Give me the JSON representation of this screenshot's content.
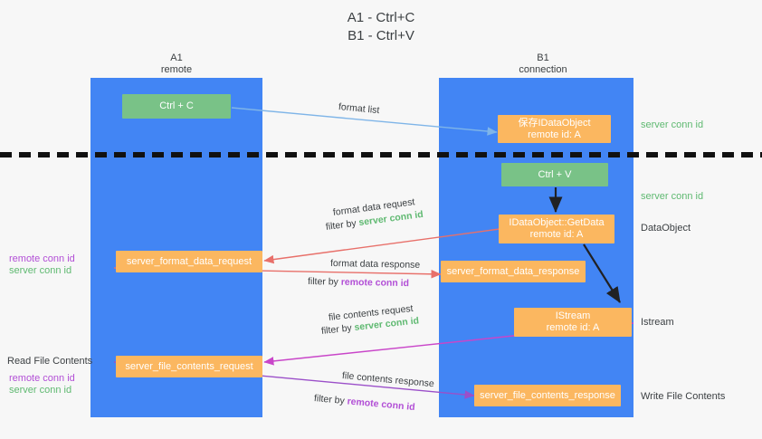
{
  "title": {
    "line1": "A1 - Ctrl+C",
    "line2": "B1 - Ctrl+V"
  },
  "lanes": [
    {
      "id": "a1",
      "name": "A1",
      "role": "remote"
    },
    {
      "id": "b1",
      "name": "B1",
      "role": "connection"
    }
  ],
  "nodes": {
    "ctrl_c": {
      "l1": "Ctrl + C",
      "l2": ""
    },
    "save_idataobject": {
      "l1": "保存IDataObject",
      "l2": "remote id: A"
    },
    "ctrl_v": {
      "l1": "Ctrl + V",
      "l2": ""
    },
    "getdata": {
      "l1": "IDataObject::GetData",
      "l2": "remote id: A"
    },
    "istream": {
      "l1": "IStream",
      "l2": "remote id: A"
    },
    "server_format_data_request": {
      "l1": "server_format_data_request",
      "l2": ""
    },
    "server_format_data_response": {
      "l1": "server_format_data_response",
      "l2": ""
    },
    "server_file_contents_request": {
      "l1": "server_file_contents_request",
      "l2": ""
    },
    "server_file_contents_response": {
      "l1": "server_file_contents_response",
      "l2": ""
    }
  },
  "edge_labels": {
    "format_list": "format list",
    "format_data_request": "format data request",
    "format_data_request_filter_prefix": "filter by ",
    "format_data_request_filter_value": "server conn id",
    "format_data_response": "format data response",
    "format_data_response_filter_prefix": "filter by ",
    "format_data_response_filter_value": "remote conn id",
    "file_contents_request": "file contents request",
    "file_contents_request_filter_prefix": "filter by ",
    "file_contents_request_filter_value": "server conn id",
    "file_contents_response": "file contents response",
    "file_contents_response_filter_prefix": "filter by ",
    "file_contents_response_filter_value": "remote conn id"
  },
  "right_labels": {
    "server_conn_id_top": "server conn id",
    "server_conn_id_mid": "server conn id",
    "dataobject": "DataObject",
    "istream": "Istream",
    "write_file_contents": "Write File Contents"
  },
  "left_labels": {
    "remote_conn_id_1": "remote conn id",
    "server_conn_id_1": "server conn id",
    "read_file_contents": "Read File Contents",
    "remote_conn_id_2": "remote conn id",
    "server_conn_id_2": "server conn id"
  },
  "colors": {
    "lane": "#4285f4",
    "green_node": "#79c287",
    "orange_node": "#fbb760",
    "green_text": "#5fb971",
    "purple_text": "#b24fd6",
    "blue_arrow": "#7fb5e8",
    "red_arrow": "#e8706a",
    "magenta_arrow": "#c946c9",
    "purple_arrow": "#9b4fc9",
    "black_arrow": "#202124",
    "background": "#f7f7f7"
  }
}
